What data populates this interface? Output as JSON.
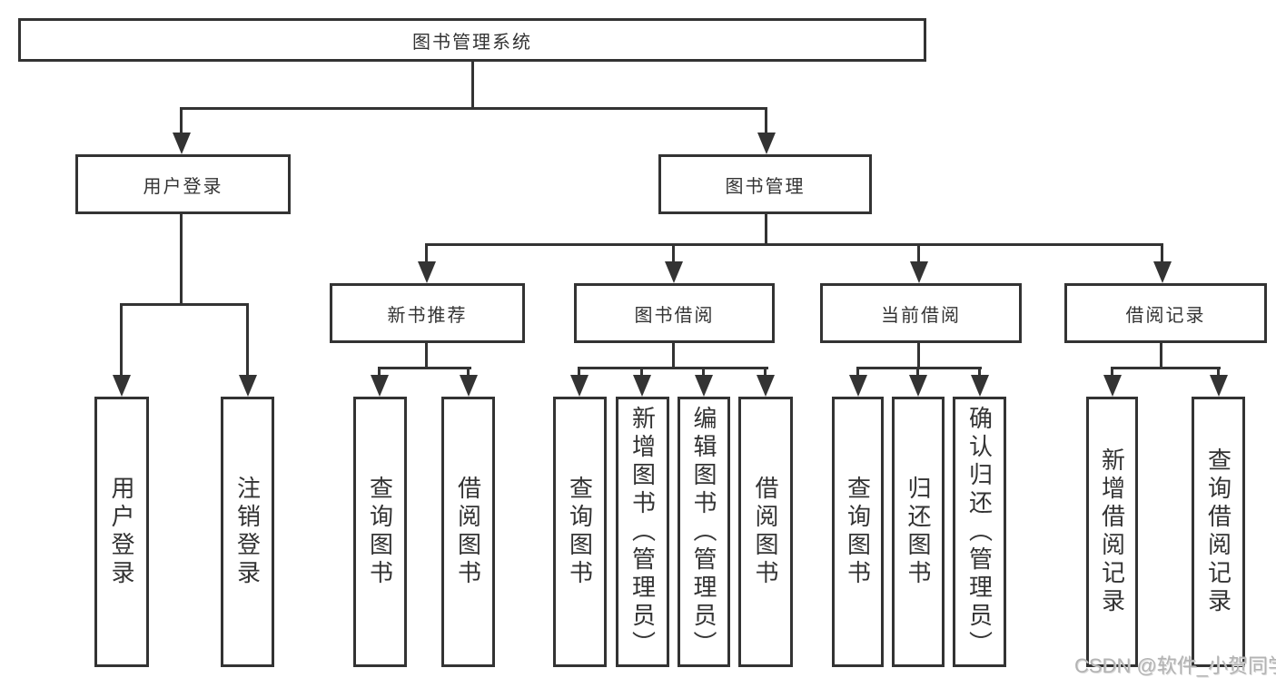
{
  "colors": {
    "line": "#333333",
    "box_border": "#333333",
    "box_fill": "#ffffff",
    "text": "#333333",
    "watermark": "#b3b3b3"
  },
  "tree": {
    "root": "图书管理系统",
    "branches": [
      {
        "label": "用户登录",
        "children": [
          "用户登录",
          "注销登录"
        ]
      },
      {
        "label": "图书管理",
        "children": [
          {
            "label": "新书推荐",
            "children": [
              "查询图书",
              "借阅图书"
            ]
          },
          {
            "label": "图书借阅",
            "children": [
              "查询图书",
              "新增图书（管理员）",
              "编辑图书（管理员）",
              "借阅图书"
            ]
          },
          {
            "label": "当前借阅",
            "children": [
              "查询图书",
              "归还图书",
              "确认归还（管理员）"
            ]
          },
          {
            "label": "借阅记录",
            "children": [
              "新增借阅记录",
              "查询借阅记录"
            ]
          }
        ]
      }
    ]
  },
  "watermark": "CSDN @软件_小贺同学"
}
